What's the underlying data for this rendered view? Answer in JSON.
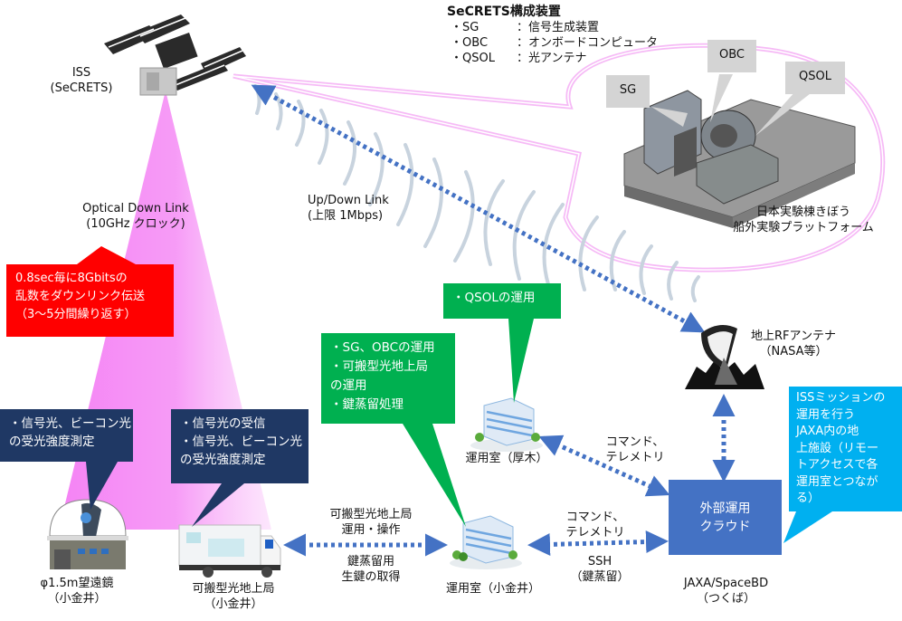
{
  "colors": {
    "beam": "#f27df2",
    "optical_callout": "#ff0000",
    "ground_callout": "#1f3864",
    "ops_callout": "#00b050",
    "jaxa_callout": "#00b0f0",
    "cloud_box": "#4472c4",
    "dotted_arrow": "#4472c4",
    "radio_arcs": "#c8d3de",
    "zoom_ellipse": "#f5b3f5"
  },
  "iss": {
    "label": "ISS",
    "sublabel": "(SeCRETS)"
  },
  "secrets_spec": {
    "title": "SeCRETS構成装置",
    "items": [
      {
        "key": "SG",
        "value": "信号生成装置"
      },
      {
        "key": "OBC",
        "value": "オンボードコンピュータ"
      },
      {
        "key": "QSOL",
        "value": "光アンテナ"
      }
    ]
  },
  "platform": {
    "callouts": [
      "SG",
      "OBC",
      "QSOL"
    ],
    "caption_line1": "日本実験棟きぼう",
    "caption_line2": "船外実験プラットフォーム"
  },
  "optical_link": {
    "line1": "Optical Down Link",
    "line2": "(10GHz クロック)"
  },
  "optical_callout": {
    "lines": [
      "0.8sec毎に8Gbitsの",
      "乱数をダウンリンク伝送",
      "（3～5分間繰り返す）"
    ]
  },
  "rf_link": {
    "line1": "Up/Down Link",
    "line2": "(上限 1Mbps)"
  },
  "rf_antenna": {
    "line1": "地上RFアンテナ",
    "line2": "（NASA等）"
  },
  "telescope": {
    "callout_lines": [
      "・信号光、ビーコン光",
      "の受光強度測定"
    ],
    "label1": "φ1.5m望遠鏡",
    "label2": "（小金井）"
  },
  "truck": {
    "callout_lines": [
      "・信号光の受信",
      "・信号光、ビーコン光",
      "の受光強度測定"
    ],
    "label1": "可搬型光地上局",
    "label2": "（小金井）"
  },
  "ops_koganei": {
    "callout_lines": [
      "・SG、OBCの運用",
      "・可搬型光地上局",
      "の運用",
      "・鍵蒸留処理"
    ],
    "label": "運用室（小金井）"
  },
  "ops_atsugi": {
    "callout_lines": [
      "・QSOLの運用"
    ],
    "label": "運用室（厚木）"
  },
  "link_truck_koganei": {
    "above1": "可搬型光地上局",
    "above2": "運用・操作",
    "below1": "鍵蒸留用",
    "below2": "生鍵の取得"
  },
  "link_koganei_cloud": {
    "above1": "コマンド、",
    "above2": "テレメトリ",
    "below1": "SSH",
    "below2": "（鍵蒸留）"
  },
  "link_atsugi_cloud": {
    "line1": "コマンド、",
    "line2": "テレメトリ"
  },
  "cloud": {
    "line1": "外部運用",
    "line2": "クラウド",
    "label1": "JAXA/SpaceBD",
    "label2": "（つくば）"
  },
  "jaxa_callout": {
    "lines": [
      "ISSミッションの",
      "運用を行う",
      "JAXA内の地",
      "上施設（リモー",
      "トアクセスで各",
      "運用室とつなが",
      "る）"
    ]
  }
}
